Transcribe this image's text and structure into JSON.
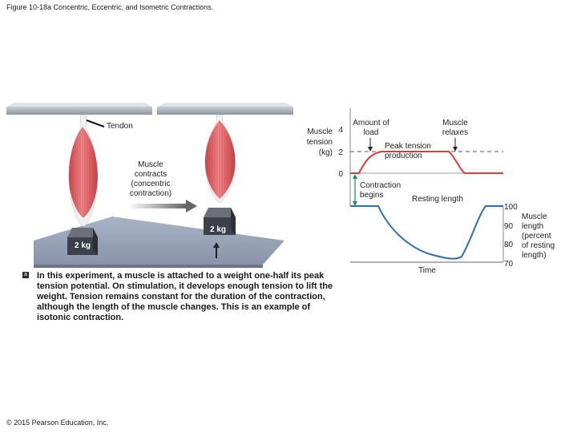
{
  "figure_title": "Figure 10-18a Concentric, Eccentric, and Isometric Contractions.",
  "illustration": {
    "tendon_label": "Tendon",
    "contracts_label": [
      "Muscle",
      "contracts",
      "(concentric",
      "contraction)"
    ],
    "weight_left": "2 kg",
    "weight_right": "2 kg",
    "panel_badge": "a"
  },
  "caption": "In this experiment, a muscle is attached to a weight one-half its peak tension potential. On stimulation, it develops enough tension to lift the weight. Tension remains constant for the duration of the contraction, although the length of the muscle changes. This is an example of isotonic contraction.",
  "graph": {
    "tension_axis_label": [
      "Muscle",
      "tension",
      "(kg)"
    ],
    "tension_ticks": [
      "4",
      "2",
      "0"
    ],
    "length_axis_label": [
      "Muscle",
      "length",
      "(percent",
      "of resting",
      "length)"
    ],
    "length_ticks": [
      "100",
      "90",
      "80",
      "70"
    ],
    "x_label": "Time",
    "annotations": {
      "amount_of_load": [
        "Amount of",
        "load"
      ],
      "muscle_relaxes": [
        "Muscle",
        "relaxes"
      ],
      "peak_tension": [
        "Peak tension",
        "production"
      ],
      "contraction_begins": [
        "Contraction",
        "begins"
      ],
      "resting_length": "Resting length"
    },
    "colors": {
      "tension_curve": "#e0393e",
      "length_curve": "#2c6fb6",
      "load_line": "#555555"
    }
  },
  "copyright": "© 2015 Pearson Education, Inc."
}
